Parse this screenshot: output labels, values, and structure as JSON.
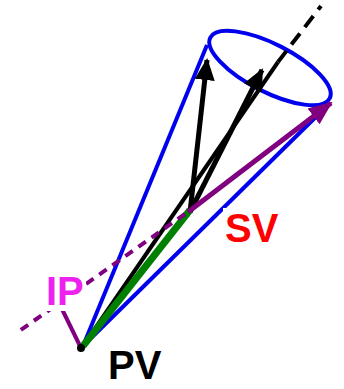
{
  "diagram": {
    "labels": [
      "IP",
      "SV",
      "PV"
    ]
  }
}
